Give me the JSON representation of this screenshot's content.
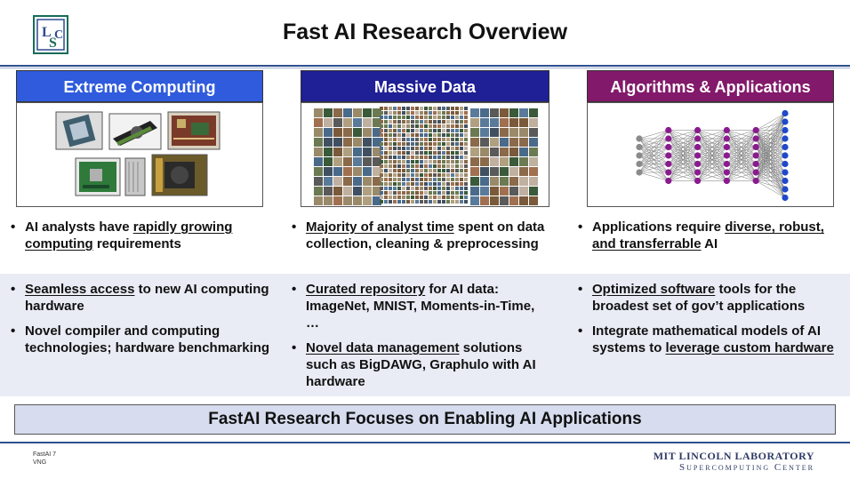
{
  "title": "Fast AI Research Overview",
  "logo": {
    "name": "supercomputing-center-logo",
    "letters": "LSC"
  },
  "columns": [
    {
      "header": "Extreme Computing",
      "color": "#2f5bdc",
      "image": "computing-hardware-photos",
      "top_bullets": [
        {
          "parts": [
            {
              "t": "AI analysts have ",
              "u": false
            },
            {
              "t": "rapidly growing computing",
              "u": true
            },
            {
              "t": " requirements",
              "u": false
            }
          ]
        }
      ],
      "bottom_bullets": [
        {
          "parts": [
            {
              "t": "Seamless access",
              "u": true
            },
            {
              "t": " to new AI computing hardware",
              "u": false
            }
          ]
        },
        {
          "parts": [
            {
              "t": "Novel compiler and computing technologies; hardware benchmarking",
              "u": false
            }
          ]
        }
      ]
    },
    {
      "header": "Massive Data",
      "color": "#1f1f96",
      "image": "image-dataset-mosaic",
      "top_bullets": [
        {
          "parts": [
            {
              "t": "Majority of analyst time",
              "u": true
            },
            {
              "t": " spent on data collection, cleaning & preprocessing",
              "u": false
            }
          ]
        }
      ],
      "bottom_bullets": [
        {
          "parts": [
            {
              "t": "Curated repository",
              "u": true
            },
            {
              "t": " for AI data: ImageNet, MNIST, Moments-in-Time, …",
              "u": false
            }
          ]
        },
        {
          "parts": [
            {
              "t": "Novel data management",
              "u": true
            },
            {
              "t": " solutions such as BigDAWG, Graphulo with AI hardware",
              "u": false
            }
          ]
        }
      ]
    },
    {
      "header": "Algorithms & Applications",
      "color": "#82196a",
      "image": "neural-network-diagram",
      "top_bullets": [
        {
          "parts": [
            {
              "t": "Applications require ",
              "u": false
            },
            {
              "t": "diverse, robust, and transferrable",
              "u": true
            },
            {
              "t": " AI",
              "u": false
            }
          ]
        }
      ],
      "bottom_bullets": [
        {
          "parts": [
            {
              "t": "Optimized software",
              "u": true
            },
            {
              "t": " tools for the broadest set of gov’t applications",
              "u": false
            }
          ]
        },
        {
          "parts": [
            {
              "t": "Integrate mathematical models of AI systems to ",
              "u": false
            },
            {
              "t": "leverage custom hardware",
              "u": true
            }
          ]
        }
      ]
    }
  ],
  "banner": "FastAI Research Focuses on Enabling AI Applications",
  "footer": {
    "slide_id": "FastAI 7",
    "initials": "VNG",
    "lab_name": "MIT LINCOLN LABORATORY",
    "center_name": "Supercomputing Center"
  },
  "network": {
    "layers": [
      5,
      7,
      7,
      7,
      7,
      11
    ],
    "colors": [
      "#8a8a8a",
      "#8b1a8f",
      "#8b1a8f",
      "#8b1a8f",
      "#8b1a8f",
      "#1f49c9"
    ]
  }
}
